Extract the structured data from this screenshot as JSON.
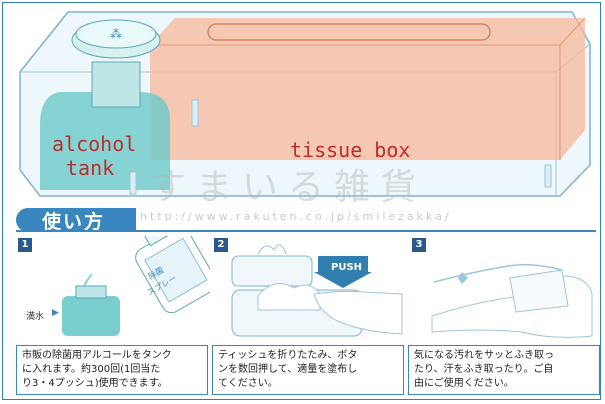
{
  "labels": {
    "alcohol": "alcohol",
    "tank": "tank",
    "tissue_box": "tissue box"
  },
  "section_title": "使い方",
  "watermark": {
    "kana": "すまいる雑貨",
    "url": "http://www.rakuten.co.jp/smilezakka/"
  },
  "steps": [
    {
      "number": "1",
      "tag": "満水",
      "caption": [
        "市販の除菌用アルコールをタンク",
        "に入れます。約300回(1回当た",
        "り3・4プッシュ)使用できます。"
      ]
    },
    {
      "number": "2",
      "tag": "PUSH",
      "caption": [
        "ティッシュを折りたたみ、ボタ",
        "ンを数回押して、適量を塗布し",
        "てください。"
      ]
    },
    {
      "number": "3",
      "caption": [
        "気になる汚れをサッとふき取っ",
        "たり、汗をふき取ったり。ご自",
        "由にご使用ください。"
      ]
    }
  ],
  "bottle_label": [
    "除菌",
    "スプレー"
  ],
  "colors": {
    "accent": "#3a87c0",
    "tissue_box": "#f5b89a",
    "tank": "#6cc9c9",
    "label_text": "#b83030"
  }
}
